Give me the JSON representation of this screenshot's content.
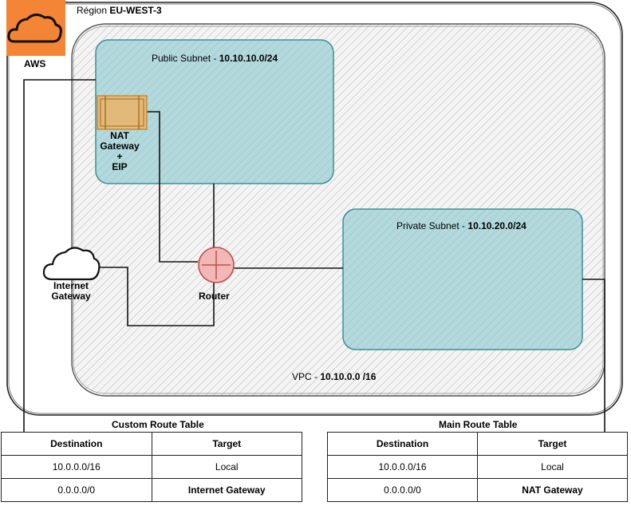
{
  "region": {
    "prefix": "Région ",
    "name": "EU-WEST-3"
  },
  "aws": {
    "label": "AWS",
    "icon": "cloud-icon",
    "color": "#f58536"
  },
  "vpc": {
    "prefix": "VPC - ",
    "cidr": "10.10.0.0 /16"
  },
  "public_subnet": {
    "prefix": "Public Subnet - ",
    "cidr": "10.10.10.0/24",
    "color": "#b4d9dd"
  },
  "private_subnet": {
    "prefix": "Private Subnet - ",
    "cidr": "10.10.20.0/24",
    "color": "#b4d9dd"
  },
  "nat_gateway": {
    "line1": "NAT",
    "line2": "Gateway",
    "line3": "+",
    "line4": "EIP",
    "icon": "nat-gateway-icon",
    "color": "#c98a3a"
  },
  "internet_gateway": {
    "line1": "Internet",
    "line2": "Gateway",
    "icon": "cloud-icon"
  },
  "router": {
    "label": "Router",
    "icon": "router-icon",
    "color": "#e27a7a"
  },
  "custom_route_table": {
    "title": "Custom Route Table",
    "headers": [
      "Destination",
      "Target"
    ],
    "rows": [
      [
        "10.0.0.0/16",
        "Local"
      ],
      [
        "0.0.0.0/0",
        "Internet Gateway"
      ]
    ]
  },
  "main_route_table": {
    "title": "Main Route Table",
    "headers": [
      "Destination",
      "Target"
    ],
    "rows": [
      [
        "10.0.0.0/16",
        "Local"
      ],
      [
        "0.0.0.0/0",
        "NAT Gateway"
      ]
    ]
  }
}
